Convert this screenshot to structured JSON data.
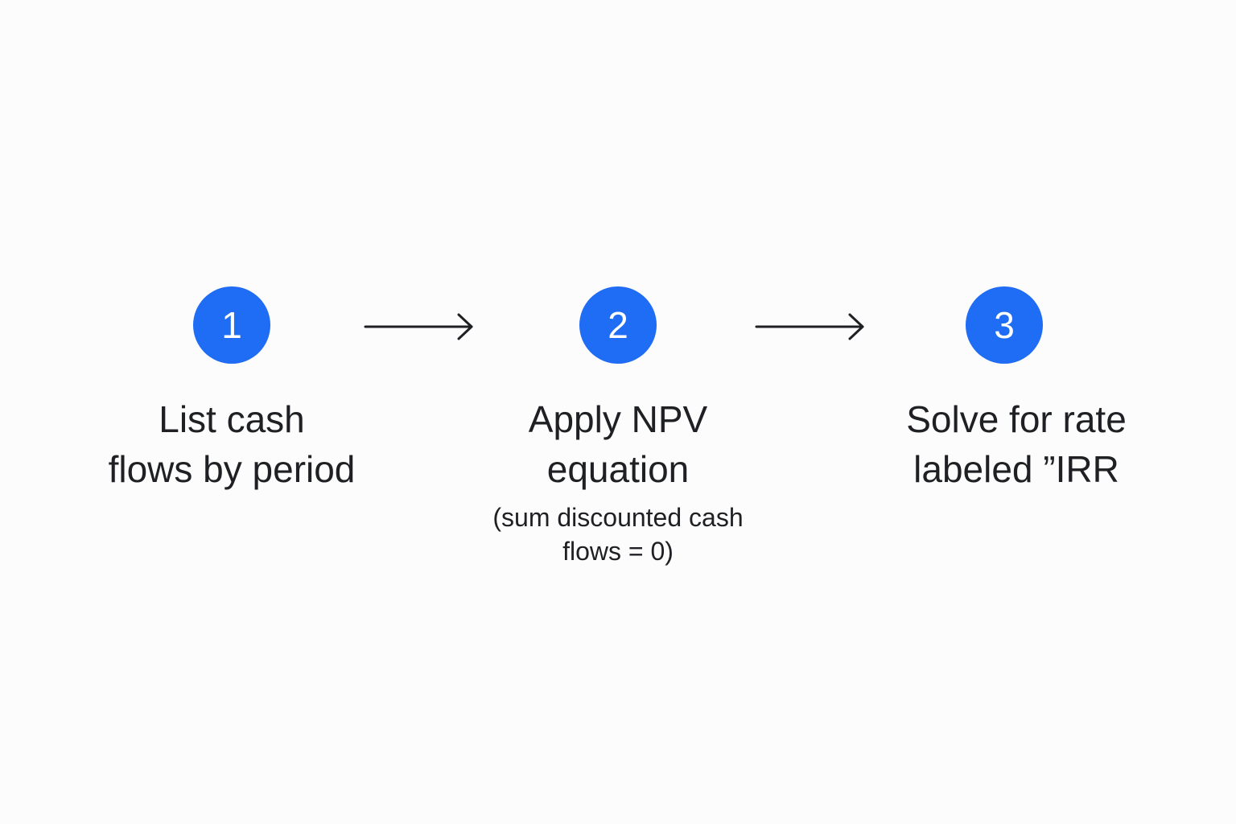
{
  "steps": [
    {
      "number": "1",
      "title": "List cash\nflows by period",
      "note": ""
    },
    {
      "number": "2",
      "title": "Apply NPV\nequation",
      "note": "(sum discounted cash\nflows = 0)"
    },
    {
      "number": "3",
      "title": "Solve for rate\nlabeled ”IRR",
      "note": ""
    }
  ],
  "colors": {
    "badge": "#1f6cf5",
    "text": "#1f2024",
    "arrow": "#1f2024",
    "background": "#fcfcfc"
  },
  "icons": {
    "connector": "right-arrow-icon"
  }
}
